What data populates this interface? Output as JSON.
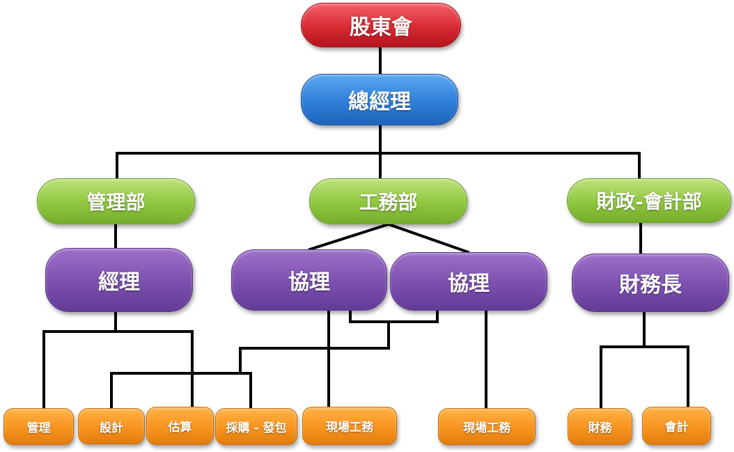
{
  "top": {
    "label": "股東會"
  },
  "gm": {
    "label": "總經理"
  },
  "departments": [
    {
      "label": "管理部"
    },
    {
      "label": "工務部"
    },
    {
      "label": "財政-會計部"
    }
  ],
  "managers": [
    {
      "label": "經理"
    },
    {
      "label": "協理"
    },
    {
      "label": "協理"
    },
    {
      "label": "財務長"
    }
  ],
  "units": [
    {
      "label": "管理"
    },
    {
      "label": "設計"
    },
    {
      "label": "估算"
    },
    {
      "label": "採購 - 發包"
    },
    {
      "label": "現場工務"
    },
    {
      "label": "現場工務"
    },
    {
      "label": "財務"
    },
    {
      "label": "會計"
    }
  ],
  "colors": {
    "top": "#d62a33",
    "gm": "#2f7fd8",
    "department": "#8ec63f",
    "manager": "#7b4fae",
    "unit": "#f7931e",
    "connector": "#000000"
  }
}
